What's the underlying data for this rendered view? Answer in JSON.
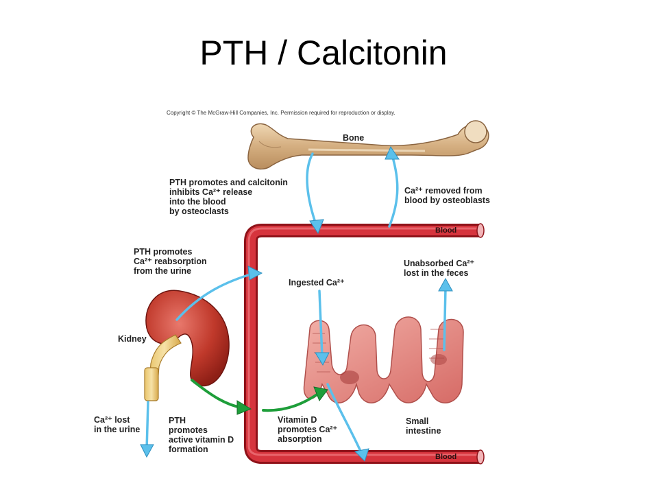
{
  "title": "PTH / Calcitonin",
  "copyright": "Copyright © The McGraw-Hill Companies, Inc. Permission required for reproduction or display.",
  "labels": {
    "bone": "Bone",
    "pth_bone": "PTH promotes and calcitonin\ninhibits Ca²⁺ release\ninto the blood\nby osteoclasts",
    "osteoblasts": "Ca²⁺ removed from\nblood by osteoblasts",
    "blood_top": "Blood",
    "blood_bottom": "Blood",
    "pth_reabsorption": "PTH promotes\nCa²⁺ reabsorption\nfrom the urine",
    "ingested": "Ingested Ca²⁺",
    "unabsorbed": "Unabsorbed Ca²⁺\nlost in the feces",
    "kidney": "Kidney",
    "lost_urine": "Ca²⁺ lost\nin the urine",
    "pth_vitd": "PTH\npromotes\nactive vitamin D\nformation",
    "vitd_absorption": "Vitamin D\npromotes Ca²⁺\nabsorption",
    "small_intestine": "Small\nintestine"
  },
  "colors": {
    "blood_vessel": "#c8242e",
    "calcium_arrow": "#5bc0eb",
    "vitamin_d_arrow": "#1e9e3a",
    "bone": "#d9b68a",
    "kidney": "#c0392b",
    "intestine": "#e58a86"
  }
}
